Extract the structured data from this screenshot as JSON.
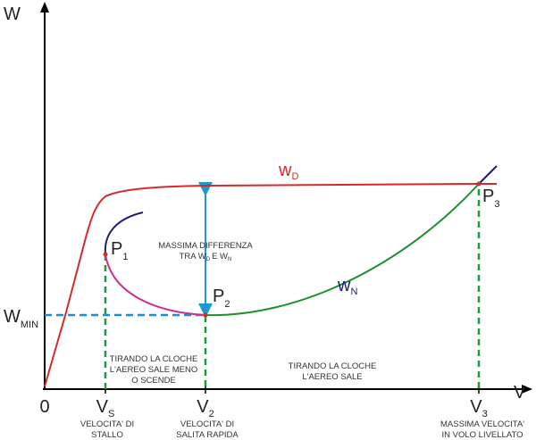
{
  "axes": {
    "y_label": "W",
    "x_label": "V",
    "origin": "0",
    "w_min": {
      "main": "W",
      "sub": "MIN"
    }
  },
  "curves": {
    "wd": {
      "main": "w",
      "sub": "D",
      "color": "#d42a2a"
    },
    "wn": {
      "main": "w",
      "sub": "N",
      "color": "#1d8f2f"
    },
    "branch_p1_color": "#d02a8a",
    "upper_branch_color": "#1c1c7a"
  },
  "points": {
    "p1": {
      "main": "P",
      "sub": "1"
    },
    "p2": {
      "main": "P",
      "sub": "2"
    },
    "p3": {
      "main": "P",
      "sub": "3"
    }
  },
  "ticks": {
    "vs": {
      "main": "V",
      "sub": "S"
    },
    "v2": {
      "main": "V",
      "sub": "2"
    },
    "v3": {
      "main": "V",
      "sub": "3"
    }
  },
  "captions": {
    "vs": [
      "VELOCITA' DI",
      "STALLO"
    ],
    "v2": [
      "VELOCITA' DI",
      "SALITA RAPIDA"
    ],
    "v3": [
      "MASSIMA VELOCITA'",
      "IN VOLO LIVELLATO"
    ]
  },
  "annotations": {
    "max_diff": [
      "MASSIMA DIFFERENZA",
      "TRA W",
      "D",
      "E W",
      "N"
    ],
    "left_region": [
      "TIRANDO LA CLOCHE",
      "L'AEREO SALE MENO",
      "O SCENDE"
    ],
    "right_region": [
      "TIRANDO LA CLOCHE",
      "L'AEREO SALE"
    ]
  },
  "guide_colors": {
    "vertical": "#1a9a3a",
    "horizontal": "#1a8fd0",
    "arrow": "#1a9ad0"
  }
}
